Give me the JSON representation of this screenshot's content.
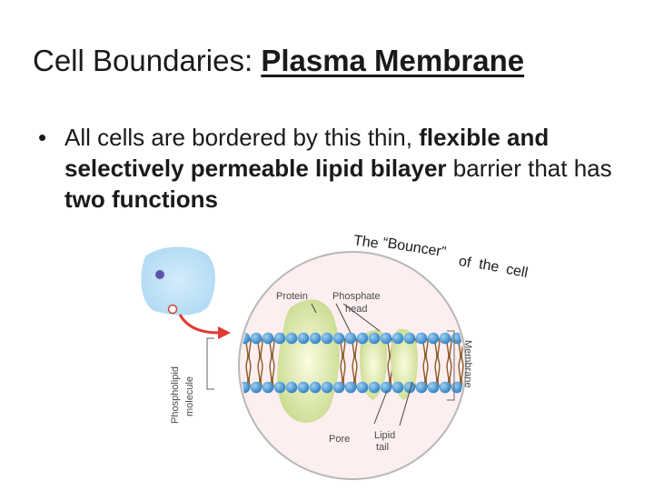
{
  "slide": {
    "title_prefix": "Cell Boundaries: ",
    "title_emphasis": "Plasma Membrane",
    "bullet_symbol": "•",
    "bullet": {
      "part1": "All cells are bordered by this thin, ",
      "part2": "flexible and selectively permeable lipid bilayer",
      "part3": " barrier  that has ",
      "part4": "two functions"
    },
    "annotation_words": [
      "The",
      "“Bouncer”",
      "of",
      "the",
      "cell"
    ]
  },
  "diagram": {
    "labels": {
      "protein": "Protein",
      "phosphate_head_1": "Phosphate",
      "phosphate_head_2": "head",
      "membrane": "Membrane",
      "phospholipid_1": "Phospholipid",
      "phospholipid_2": "molecule",
      "pore": "Pore",
      "lipid_tail_1": "Lipid",
      "lipid_tail_2": "tail"
    }
  }
}
